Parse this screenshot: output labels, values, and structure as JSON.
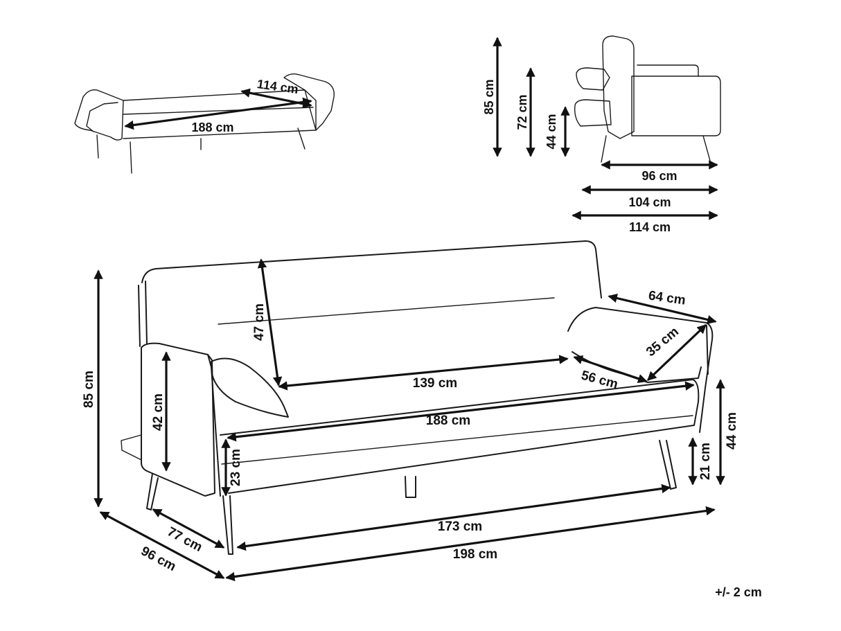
{
  "tolerance_note": "+/- 2 cm",
  "colors": {
    "ink": "#111111",
    "background": "#ffffff"
  },
  "bed_view": {
    "width_label": "114 cm",
    "length_label": "188 cm"
  },
  "side_view": {
    "total_height_label": "85 cm",
    "armrest_height_label": "72 cm",
    "seat_height_label": "44 cm",
    "depth_96_label": "96 cm",
    "depth_104_label": "104 cm",
    "depth_114_label": "114 cm"
  },
  "main_view": {
    "total_height_label": "85 cm",
    "backrest_height_label": "47 cm",
    "seat_width_label": "139 cm",
    "cushion_length_label": "64 cm",
    "cushion_width_label": "35 cm",
    "cushion_depth_label": "56 cm",
    "seat_length_label": "188 cm",
    "armrest_height_label": "42 cm",
    "seat_thickness_label": "23 cm",
    "seat_height_label": "44 cm",
    "leg_height_label": "21 cm",
    "leg_span_label": "173 cm",
    "total_width_label": "198 cm",
    "seat_depth_label": "77 cm",
    "total_depth_label": "96 cm"
  }
}
